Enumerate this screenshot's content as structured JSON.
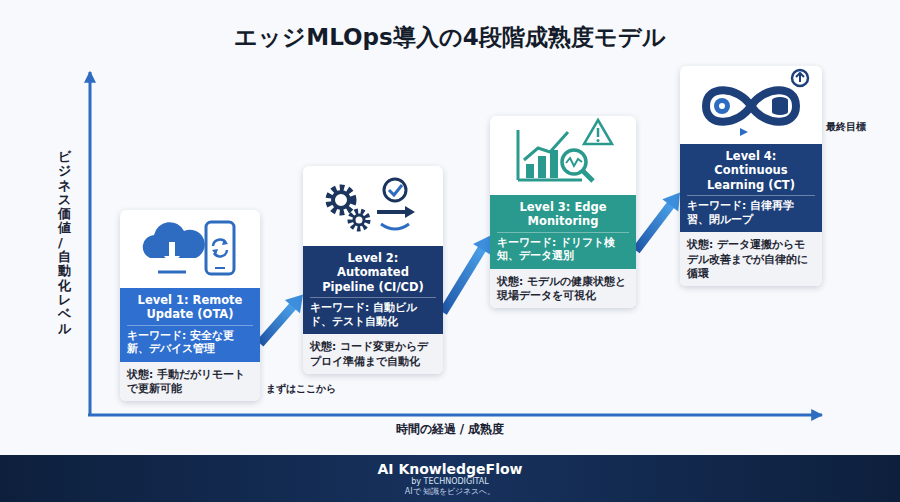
{
  "diagram": {
    "title": "エッジMLOps導入の4段階成熟度モデル",
    "nodes": [
      {
        "text": [
          "状態: 手動だがリモートで更新可能"
        ]
      },
      {
        "text": [
          "Level 1: Remote Update (OTA)",
          "キーワード: 安全な更新、デバイス管理"
        ],
        "in": 0
      },
      {
        "text": [
          "状態: コード変更からデプロイ準備まで自動化"
        ]
      },
      {
        "text": [
          "Level 2: Automated Pipeline (CI/CD)",
          "キーワード: 自動ビルド、テスト自動化"
        ],
        "in": 2
      },
      {
        "text": [
          "状態: モデルの健康状態と現場データを可視化"
        ]
      },
      {
        "text": [
          "Level 3: Edge Monitoring",
          "キーワード: ドリフト検知、データ選別"
        ],
        "in": 4
      },
      {
        "text": [
          "状態: データ運搬からモデル改善までが自律的に循環"
        ]
      },
      {
        "text": [
          "Level 4: Continuous Learning (CT)",
          "キーワード: 自律再学習、閉ループ"
        ],
        "in": 6
      },
      {
        "text": [
          "AI KnowledgeFlow",
          "by TECHNODIGITAL",
          "AIで 知識をビジネスへ。"
        ]
      }
    ],
    "edges": [
      {
        "from": 1,
        "to": 3,
        "arrow": "to"
      },
      {
        "from": 3,
        "to": 5,
        "arrow": "to"
      },
      {
        "from": 5,
        "to": 7,
        "arrow": "to"
      }
    ],
    "labels": [
      "ビジネス価値 / 自動化レベル",
      "時間の経過 / 成熟度",
      "まずはここから",
      "最終目標"
    ]
  }
}
